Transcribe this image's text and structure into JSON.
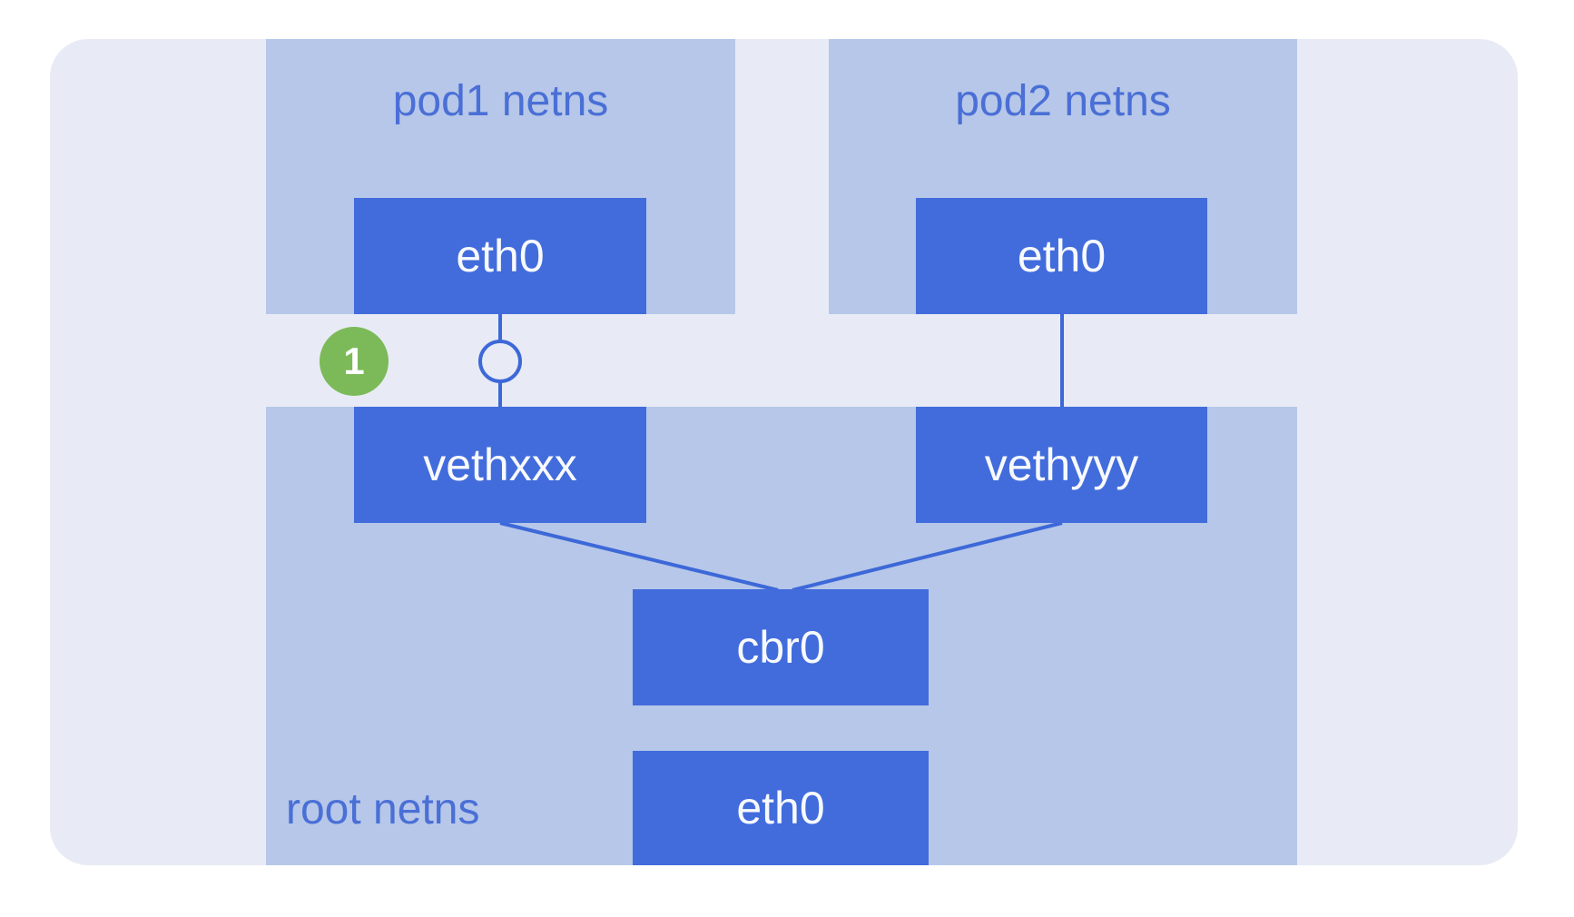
{
  "diagram": {
    "badge": "1",
    "pod1": {
      "label": "pod1 netns",
      "eth0": "eth0",
      "veth": "vethxxx"
    },
    "pod2": {
      "label": "pod2 netns",
      "eth0": "eth0",
      "veth": "vethyyy"
    },
    "root": {
      "label": "root netns",
      "bridge": "cbr0",
      "eth0": "eth0"
    }
  },
  "colors": {
    "canvas-bg": "#ffffff",
    "node-bg": "#e8ebf5",
    "netns-bg": "#b6c7e9",
    "box-bg": "#426cdc",
    "box-text": "#f7f9fd",
    "label-text": "#4a6fd6",
    "line": "#3d68d8",
    "badge-bg": "#7cba59",
    "badge-text": "#ffffff"
  }
}
